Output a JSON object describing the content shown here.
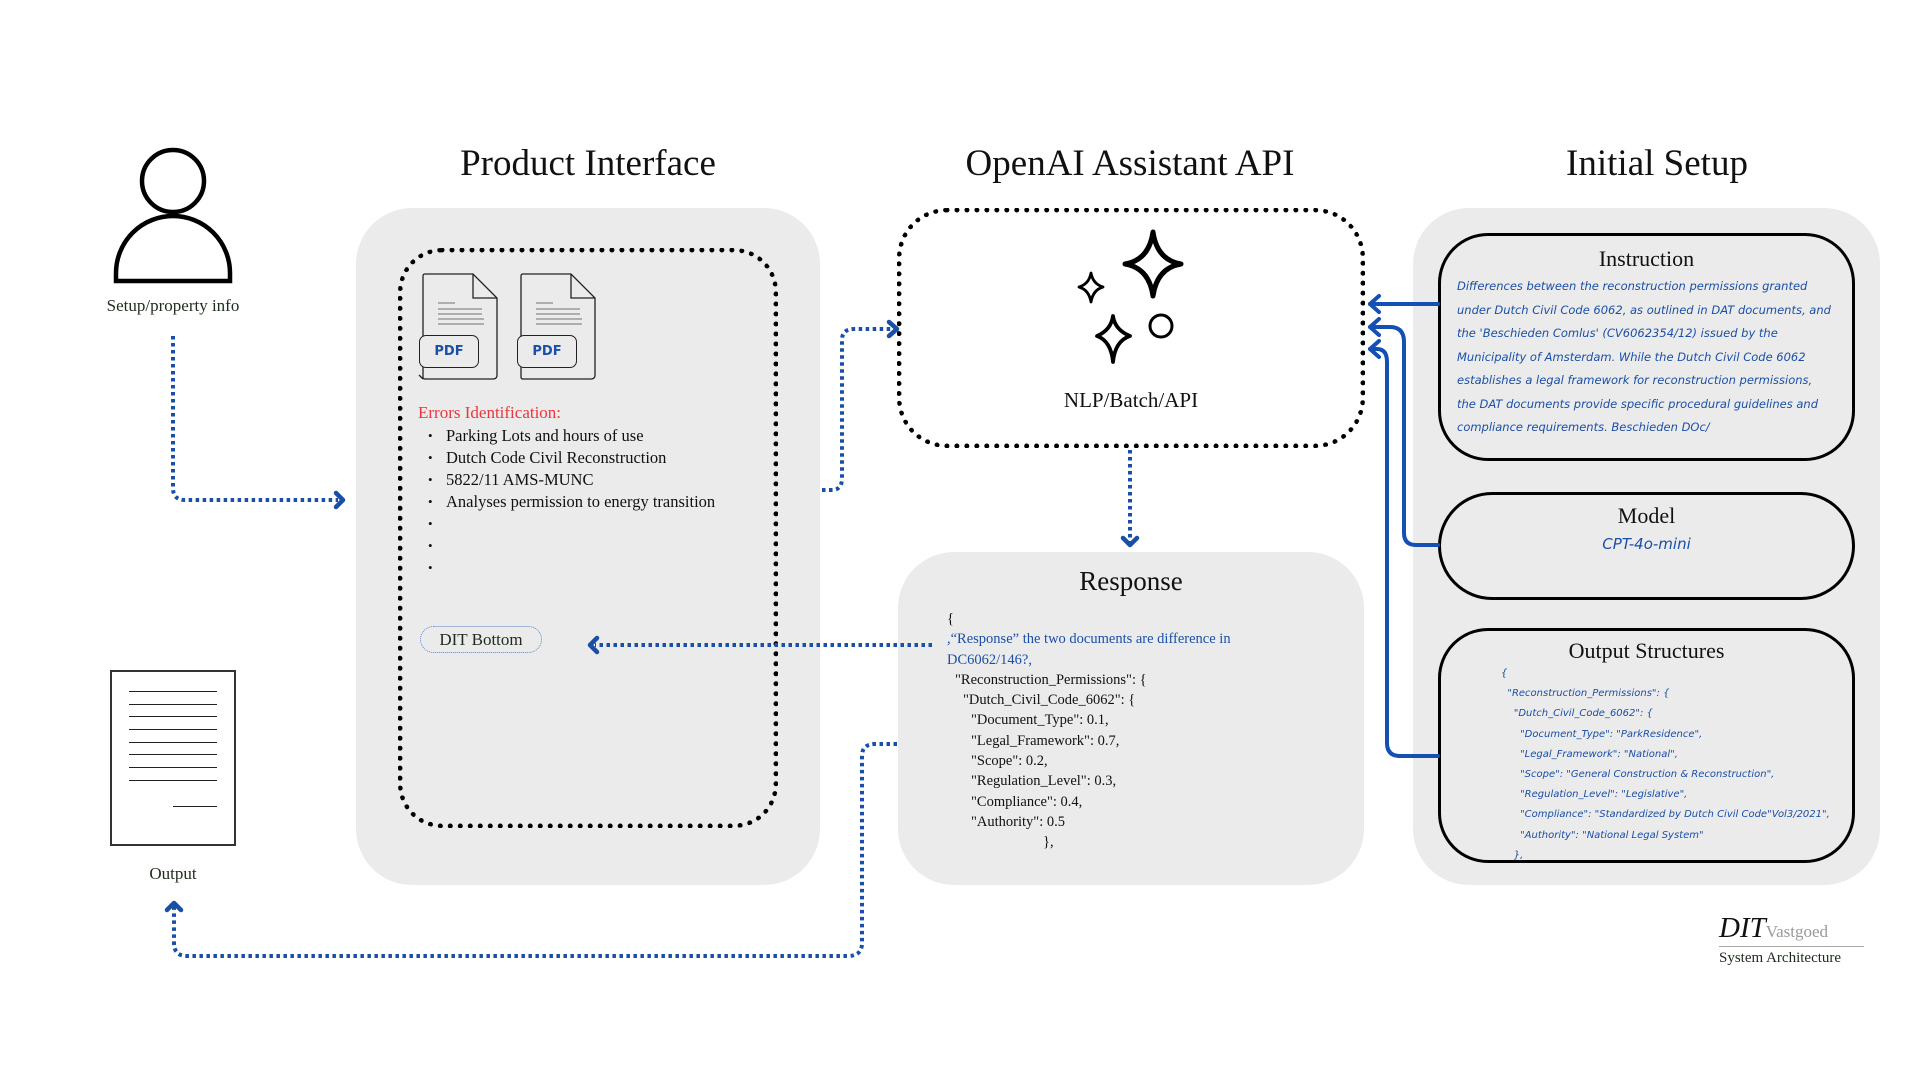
{
  "user": {
    "label": "Setup/property info",
    "icon": "person-icon"
  },
  "output": {
    "label": "Output",
    "icon": "document-icon"
  },
  "sections": {
    "product_interface": "Product Interface",
    "openai_api": "OpenAI Assistant API",
    "initial_setup": "Initial Setup"
  },
  "product_interface": {
    "files": [
      {
        "icon": "pdf-file-icon",
        "tag": "PDF"
      },
      {
        "icon": "pdf-file-icon",
        "tag": "PDF"
      }
    ],
    "errors_title": "Errors Identification:",
    "errors": [
      "Parking Lots and hours of use",
      "Dutch Code Civil Reconstruction",
      "5822/11 AMS-MUNC",
      "Analyses permission to energy transition",
      "",
      "",
      ""
    ],
    "button_label": "DIT Bottom"
  },
  "openai": {
    "icon": "sparkles-icon",
    "label": "NLP/Batch/API"
  },
  "response": {
    "title": "Response",
    "lines": [
      {
        "text": "{",
        "indent": 0,
        "blue": false
      },
      {
        "text": ",“Response” the two documents are difference in",
        "indent": 0,
        "blue": true
      },
      {
        "text": "DC6062/146?,",
        "indent": 0,
        "blue": true
      },
      {
        "text": "\"Reconstruction_Permissions\": {",
        "indent": 1,
        "blue": false
      },
      {
        "text": "\"Dutch_Civil_Code_6062\": {",
        "indent": 2,
        "blue": false
      },
      {
        "text": "\"Document_Type\": 0.1,",
        "indent": 3,
        "blue": false
      },
      {
        "text": "\"Legal_Framework\": 0.7,",
        "indent": 3,
        "blue": false
      },
      {
        "text": "\"Scope\": 0.2,",
        "indent": 3,
        "blue": false
      },
      {
        "text": "\"Regulation_Level\": 0.3,",
        "indent": 3,
        "blue": false
      },
      {
        "text": "\"Compliance\": 0.4,",
        "indent": 3,
        "blue": false
      },
      {
        "text": "\"Authority\": 0.5",
        "indent": 3,
        "blue": false
      },
      {
        "text": "},",
        "indent": 12,
        "blue": false
      }
    ]
  },
  "initial_setup": {
    "instruction": {
      "title": "Instruction",
      "text": "Differences between the reconstruction permissions granted under Dutch Civil Code 6062, as outlined in DAT documents, and the 'Beschieden Comlus' (CV6062354/12) issued by the Municipality of Amsterdam. While the Dutch Civil Code 6062 establishes a legal framework for reconstruction permissions, the DAT documents provide specific procedural guidelines and compliance requirements. Beschieden DOc/"
    },
    "model": {
      "title": "Model",
      "value": "CPT-4o-mini"
    },
    "output_structures": {
      "title": "Output Structures",
      "lines": [
        "{",
        "  \"Reconstruction_Permissions\": {",
        "    \"Dutch_Civil_Code_6062\": {",
        "      \"Document_Type\": \"ParkResidence\",",
        "      \"Legal_Framework\": \"National\",",
        "      \"Scope\": \"General Construction & Reconstruction\",",
        "      \"Regulation_Level\": \"Legislative\",",
        "      \"Compliance\": \"Standardized by Dutch Civil Code\"Vol3/2021\",",
        "      \"Authority\": \"National Legal System\"",
        "    },"
      ]
    }
  },
  "footer": {
    "brand": "DIT",
    "brand_suffix": "Vastgoed",
    "subtitle": "System Architecture"
  },
  "colors": {
    "accent_blue": "#1a4fa8",
    "error_red": "#e8383d",
    "panel_gray": "#ebebeb"
  }
}
